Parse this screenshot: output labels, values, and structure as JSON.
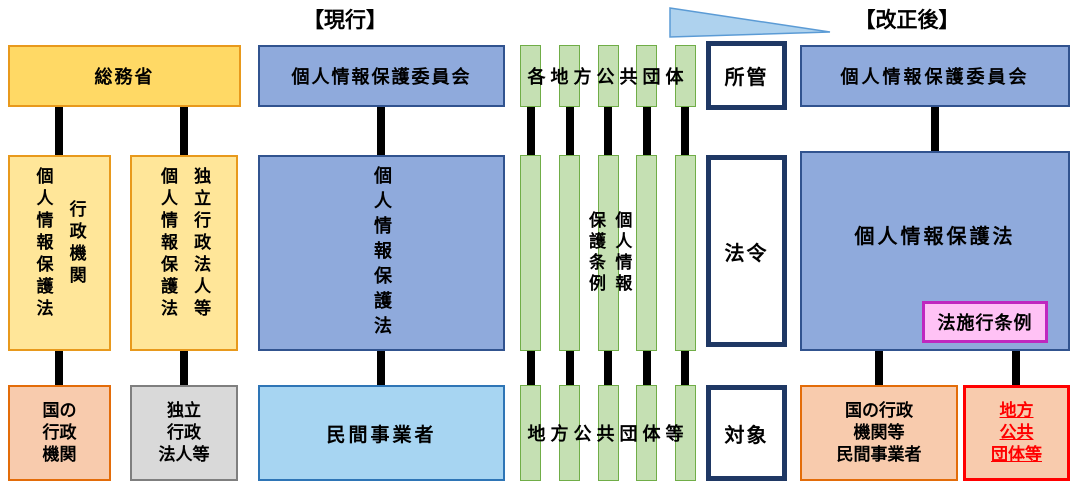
{
  "titles": {
    "current": "【現行】",
    "revised": "【改正後】"
  },
  "row_labels": {
    "jurisdiction": "所管",
    "law": "法令",
    "subject": "対象"
  },
  "current": {
    "ministry": "総務省",
    "admin_organs_law": "行政機関\n個人情報保護法",
    "independent_agencies_law": "独立行政法人等\n個人情報保護法",
    "national_admin_organs": "国の\n行政\n機関",
    "independent_agencies": "独立\n行政\n法人等",
    "commission": "個人情報保護委員会",
    "personal_info_law": "個人情報保護法",
    "private_businesses": "民間事業者",
    "local_governments": "各地方公共団体",
    "local_ordinances": "個人情報\n保護条例",
    "local_entities": "地方公共団体等"
  },
  "revised": {
    "commission": "個人情報保護委員会",
    "personal_info_law": "個人情報保護法",
    "enforcement_ordinance": "法施行条例",
    "national_organs_private": "国の行政\n機関等\n民間事業者",
    "local_entities": "地方\n公共\n団体等"
  },
  "colors": {
    "yellow_fill": "#FFD965",
    "yellow_light_fill": "#FFE699",
    "orange_border": "#E8991C",
    "blue_fill": "#8FAADC",
    "blue_border": "#31538F",
    "lightblue_fill": "#A7D5F2",
    "green_fill": "#C5E0B3",
    "green_border": "#70AD47",
    "navy_border": "#1F3864",
    "orange_fill": "#F8CBAD",
    "orange_box_border": "#E36C09",
    "gray_fill": "#D9D9D9",
    "red": "#FF0000",
    "pink_fill": "#FFC2F5",
    "pink_border": "#BF28BF",
    "connector": "#000000",
    "arrow_fill": "#AED2EE",
    "arrow_border": "#5B9BD5"
  }
}
